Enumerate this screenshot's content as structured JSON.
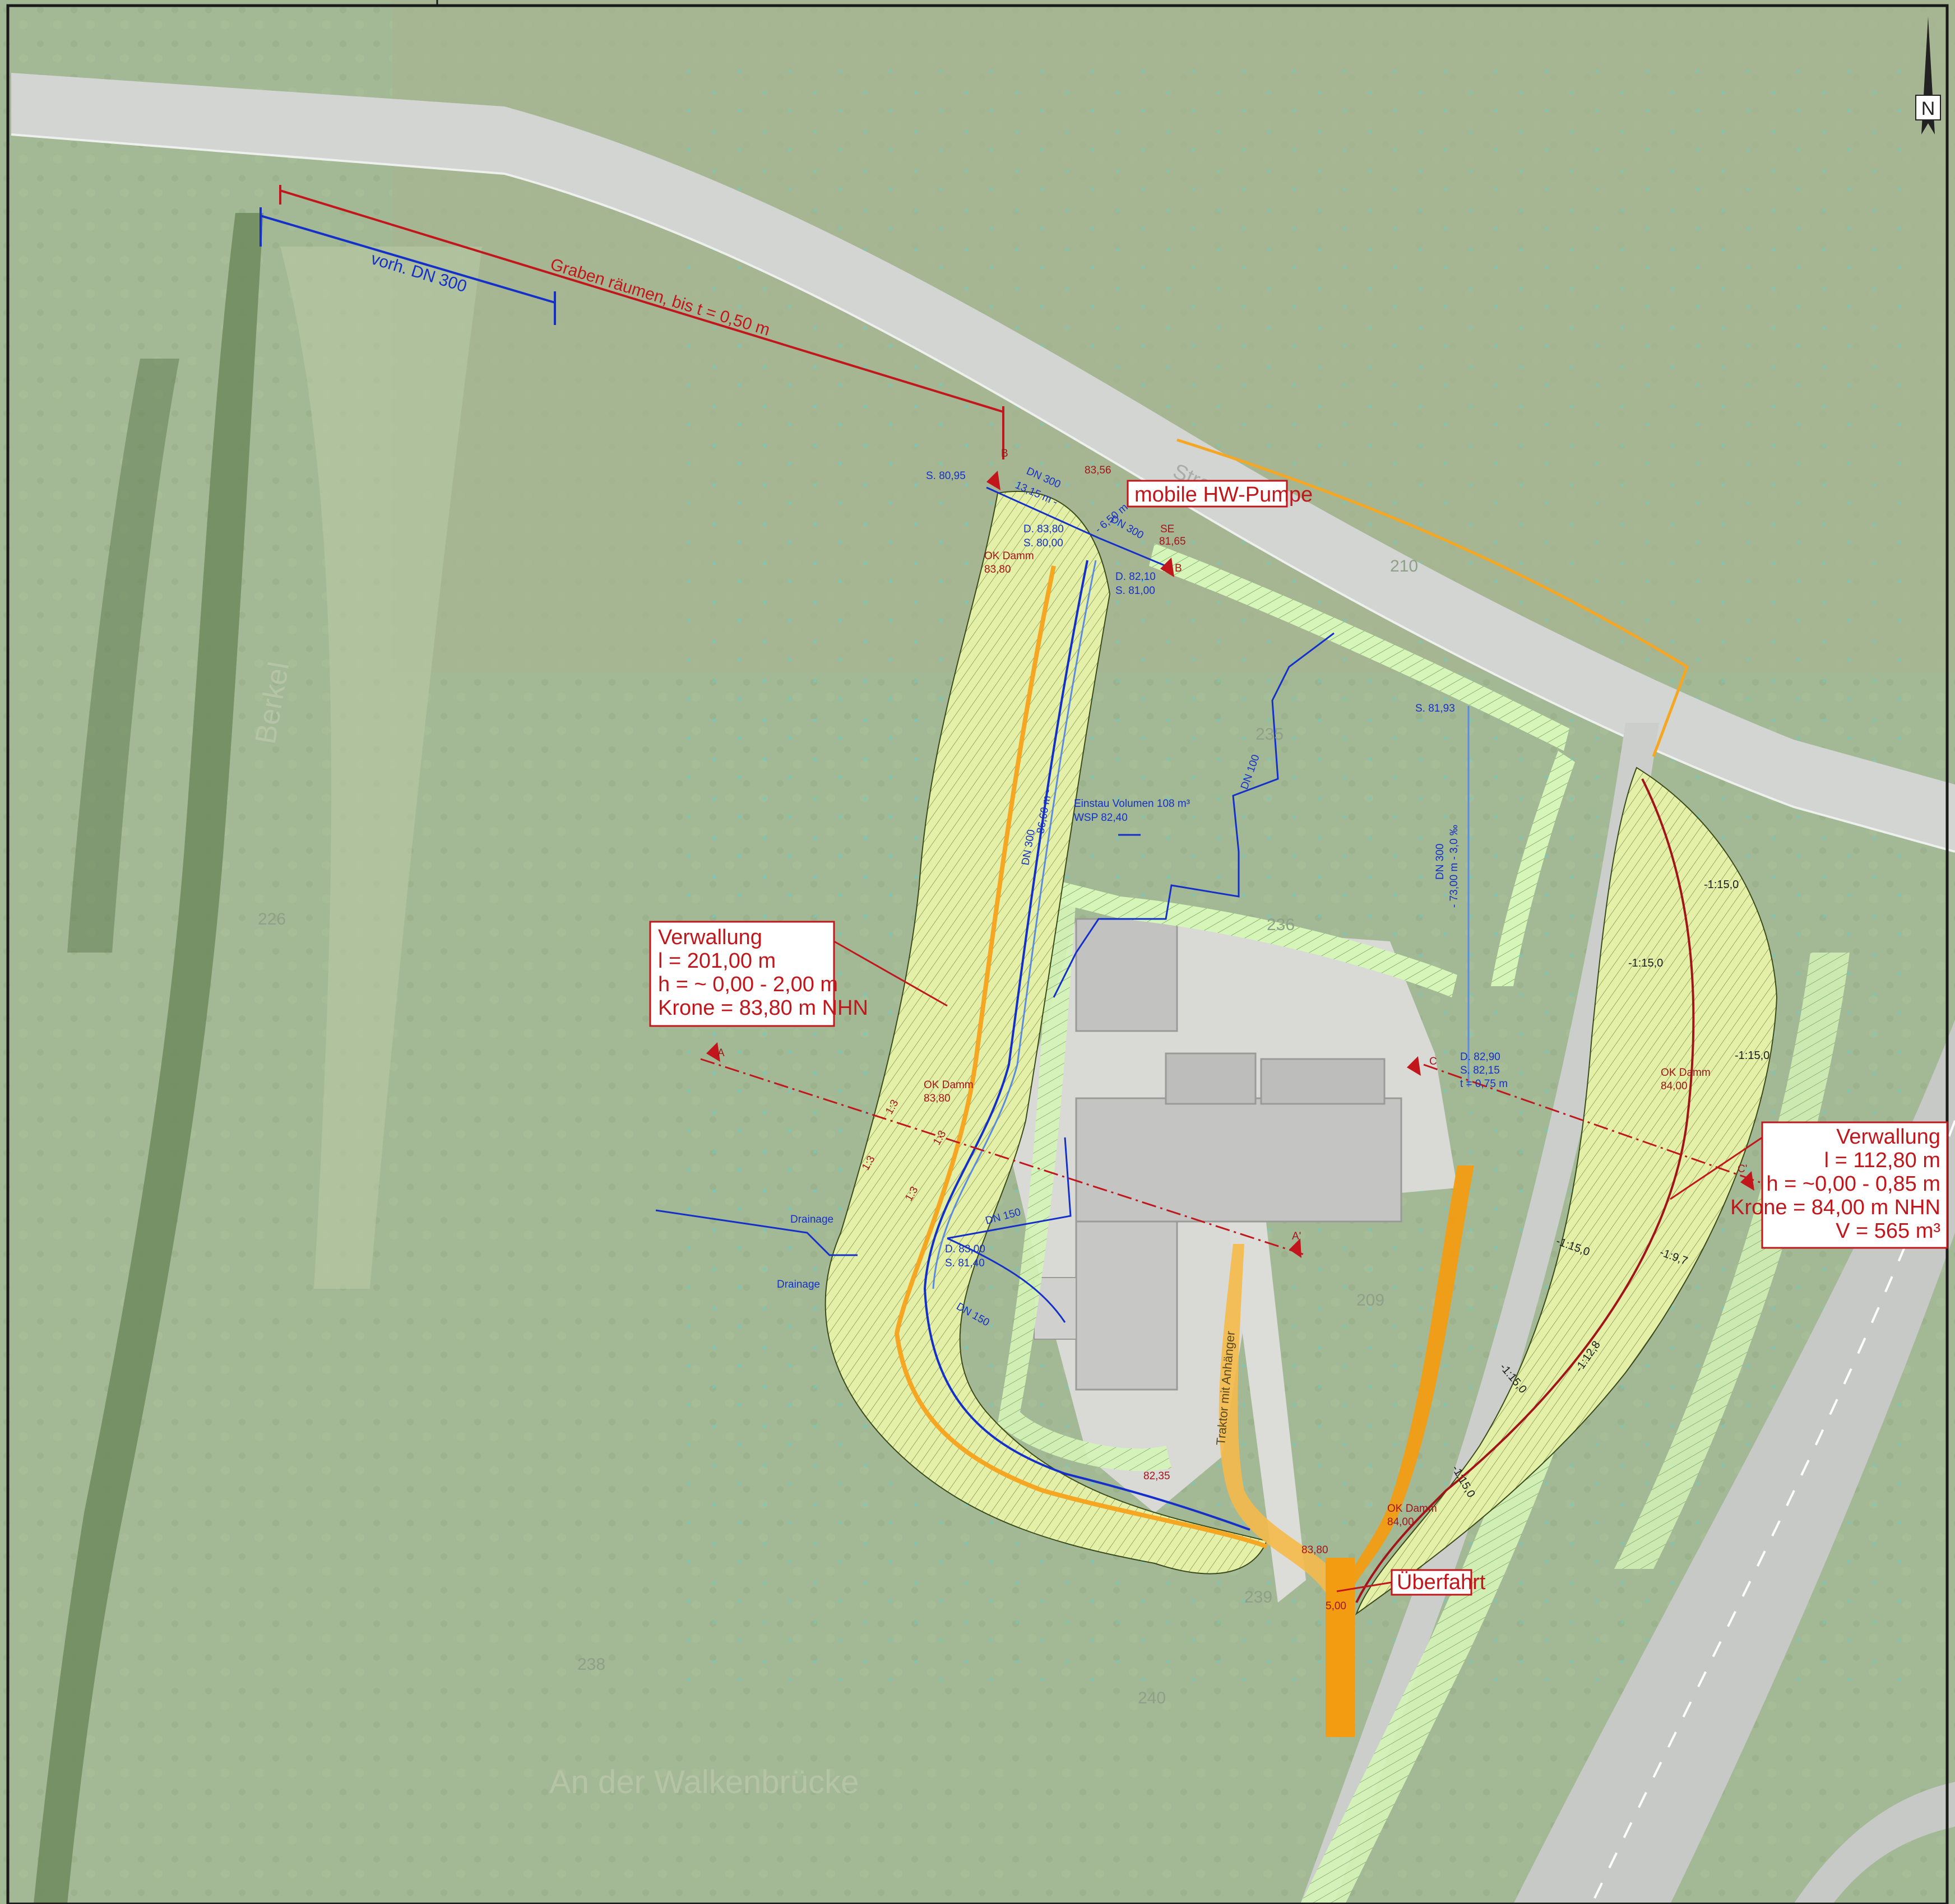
{
  "map": {
    "north_arrow": "N",
    "colors": {
      "meadow": "#9fb48f",
      "road": "#cfd2cf",
      "dam_fill": "#e2ee9c",
      "dam_crown": "#f5a623",
      "access_road": "#f39c12",
      "pipe_blue": "#1530c8",
      "annotation_red": "#c0161c",
      "survey_cyan": "#56d6d6"
    },
    "place_names": {
      "river": "Berkel",
      "street": "Stra",
      "field": "An der Walkenbrücke"
    },
    "parcel_numbers": [
      "210",
      "209",
      "235",
      "236",
      "238",
      "239",
      "240",
      "226"
    ],
    "annotations": {
      "culvert_existing": "vorh. DN 300",
      "ditch_clearing": "Graben räumen, bis t = 0,50 m",
      "pump": "mobile HW-Pumpe",
      "pipe_dn300_top_1": "DN 300",
      "pipe_dn300_top_1b": "13,15 m -",
      "pipe_dn300_top_2": "DN 300",
      "pipe_dn300_top_2b": "- 6,50 m",
      "s_80_95": "S. 80,95",
      "h_83_56": "83,56",
      "d_83_80": "D. 83,80",
      "s_80_00": "S. 80,00",
      "se": "SE",
      "se_81_65": "81,65",
      "d_82_10": "D. 82,10",
      "s_81_00": "S. 81,00",
      "ok_damm_1": "OK Damm",
      "ok_damm_1v": "83,80",
      "einstau_1": "Einstau Volumen 108 m³",
      "einstau_2": "WSP 82,40",
      "dn100": "DN 100",
      "dn300_west_1": "DN 300",
      "dn300_west_2": "- 86,60 m -",
      "dn300_east_1": "DN 300",
      "dn300_east_2": "- 73,00 m - 3,0 ‰",
      "s_81_93": "S. 81,93",
      "d_82_90": "D. 82,90",
      "s_82_15": "S. 82,15",
      "t_0_75": "t = 0,75 m",
      "ok_damm_2": "OK Damm",
      "ok_damm_2v": "83,80",
      "ok_damm_3": "OK Damm",
      "ok_damm_3v": "84,00",
      "ok_damm_4": "OK Damm",
      "ok_damm_4v": "84,00",
      "dn150_1": "DN 150",
      "dn150_2": "DN 150",
      "d_83_00": "D. 83,00",
      "s_81_40": "S. 81,40",
      "h_82_35": "82,35",
      "h_83_80": "83,80",
      "width_5": "5,00",
      "traktor": "Traktor mit Anhänger",
      "ueberfahrt": "Überfahrt",
      "drainage_1": "Drainage",
      "drainage_2": "Drainage",
      "section_a": "A",
      "section_a2": "A'",
      "section_b": "B",
      "section_b2": "B",
      "section_c": "C",
      "section_c2": "C'",
      "slope_1_3_a": "1:3",
      "slope_1_3_b": "1:3",
      "slope_1_3_c": "1:3",
      "slope_1_3_d": "1:3",
      "slope_1_15_a": "-1:15,0",
      "slope_1_15_b": "-1:15,0",
      "slope_1_15_c": "-1:15,0",
      "slope_1_15_d": "-1:15,0",
      "slope_1_15_e": "-1:15,0",
      "slope_1_15_f": "-1:15,0",
      "slope_1_12_8": "-1:12,8",
      "slope_1_9_7": "-1:9,7"
    },
    "callout_west": {
      "title": "Verwallung",
      "length": "l = 201,00 m",
      "height": "h = ~ 0,00 - 2,00 m",
      "crown": "Krone = 83,80 m NHN"
    },
    "callout_east": {
      "title": "Verwallung",
      "length": "l = 112,80 m",
      "height": "h = ~0,00 - 0,85 m",
      "crown": "Krone = 84,00 m NHN",
      "volume": "V = 565 m³"
    }
  }
}
